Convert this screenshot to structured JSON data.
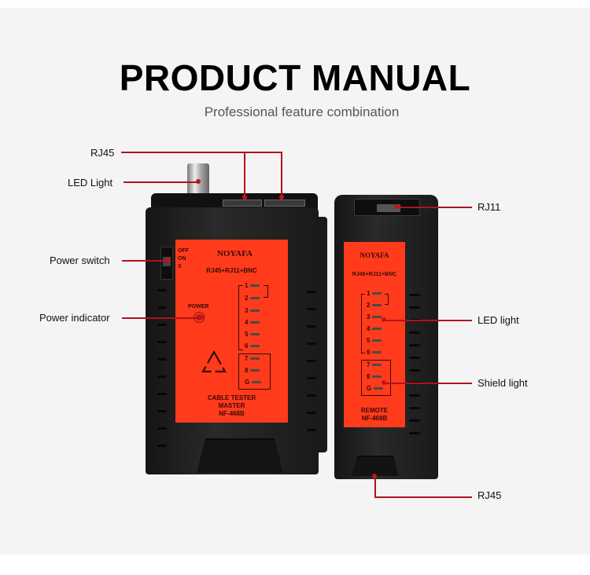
{
  "header": {
    "title": "PRODUCT MANUAL",
    "subtitle": "Professional feature combination"
  },
  "colors": {
    "background": "#f4f4f4",
    "callout_line": "#b0121b",
    "panel_red": "#ff3b1c",
    "device_black": "#1c1c1c"
  },
  "callouts": {
    "left": [
      {
        "label": "RJ45"
      },
      {
        "label": "LED Light"
      },
      {
        "label": "Power switch"
      },
      {
        "label": "Power indicator"
      }
    ],
    "right": [
      {
        "label": "RJ11"
      },
      {
        "label": "LED light"
      },
      {
        "label": "Shield light"
      },
      {
        "label": "RJ45"
      }
    ]
  },
  "master": {
    "brand": "NOYAFA",
    "connectors": "RJ45+RJ11+BNC",
    "switch_positions": [
      "OFF",
      "ON",
      "S"
    ],
    "power_label": "POWER",
    "pins": [
      "1",
      "2",
      "3",
      "4",
      "5",
      "6",
      "7",
      "8",
      "G"
    ],
    "product_type": "CABLE TESTER",
    "unit": "MASTER",
    "model": "NF-468B"
  },
  "remote": {
    "brand": "NOYAFA",
    "connectors": "RJ45+RJ11+BNC",
    "pins": [
      "1",
      "2",
      "3",
      "4",
      "5",
      "6",
      "7",
      "8",
      "G"
    ],
    "unit": "REMOTE",
    "model": "NF-468B"
  }
}
